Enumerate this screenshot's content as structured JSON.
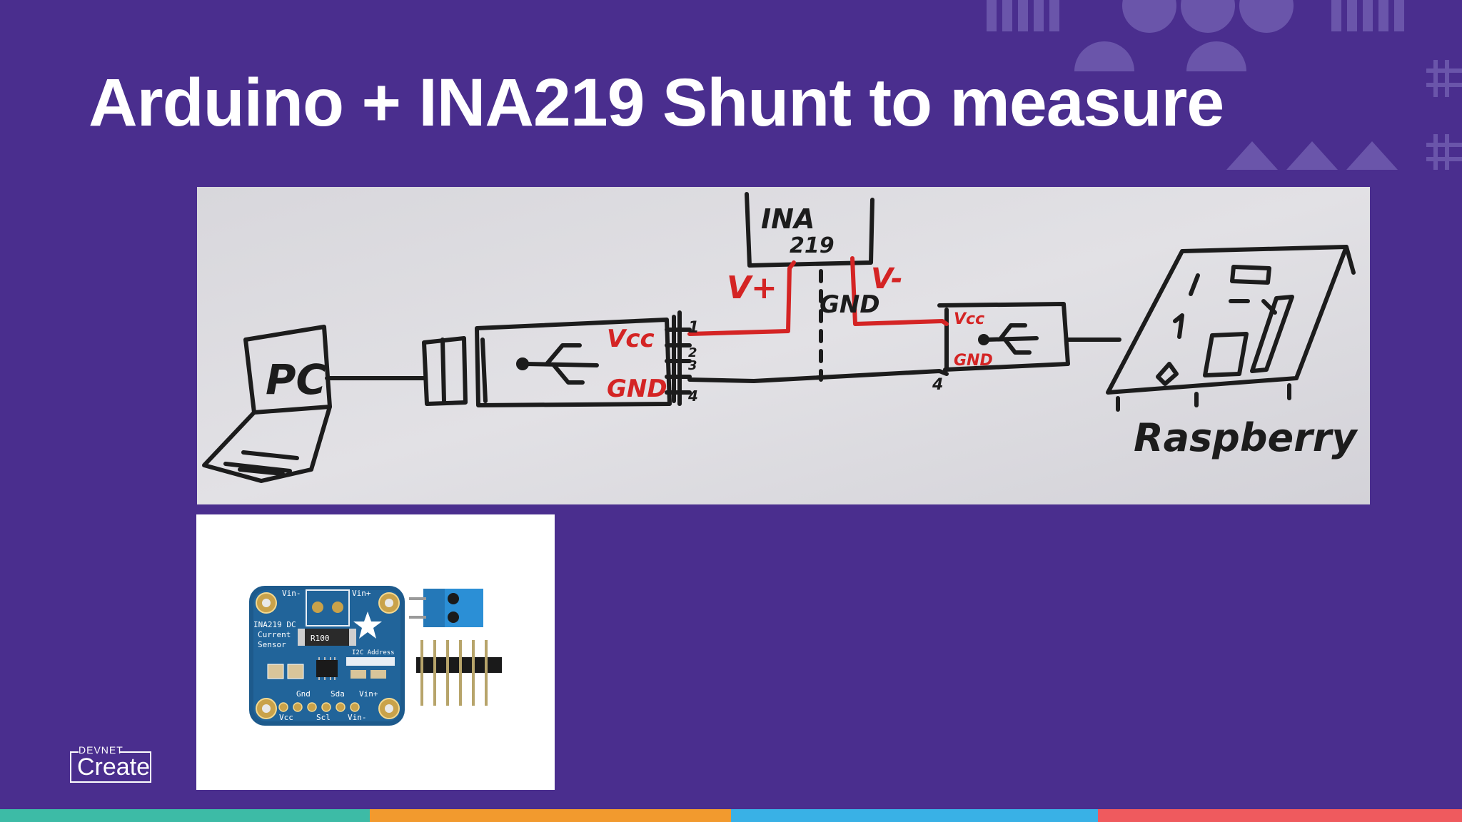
{
  "slide": {
    "title": "Arduino + INA219 Shunt to measure"
  },
  "sketch": {
    "labels": {
      "pc": "PC",
      "ina": "INA",
      "ina_num": "219",
      "vplus": "V+",
      "vminus": "V-",
      "gnd_mid": "GND",
      "vcc_left": "Vcc",
      "gnd_left": "GND",
      "vcc_right": "Vcc",
      "gnd_right": "GND",
      "raspberry": "Raspberry",
      "pin1": "1",
      "pin2": "2",
      "pin3": "3",
      "pin4": "4",
      "pin4r": "4"
    }
  },
  "board": {
    "vin_minus_top": "Vin-",
    "vin_plus_top": "Vin+",
    "name1": "INA219 DC",
    "name2": "Current",
    "name3": "Sensor",
    "resistor": "R100",
    "i2c": "I2C Address",
    "gnd": "Gnd",
    "sda": "Sda",
    "vin_plus_bottom": "Vin+",
    "vcc": "Vcc",
    "scl": "Scl",
    "vin_minus_bottom": "Vin-"
  },
  "logo": {
    "small": "DEVNET",
    "big": "Create"
  },
  "colors": {
    "background": "#4a2e8e",
    "bar_teal": "#3dbba6",
    "bar_orange": "#f29a2e",
    "bar_blue": "#39b1e6",
    "bar_red": "#ef5a5e",
    "ink_red": "#d42424",
    "ink_black": "#1c1c1c"
  }
}
